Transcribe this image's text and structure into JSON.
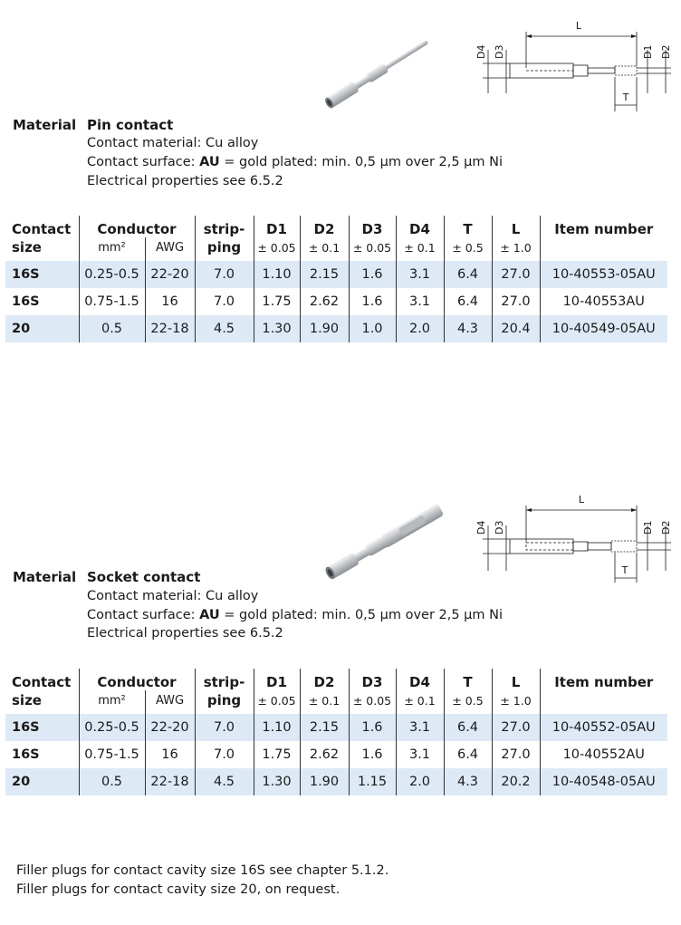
{
  "pin": {
    "material_label": "Material",
    "title": "Pin contact",
    "lines": {
      "material": "Contact material: Cu alloy",
      "surface_prefix": "Contact surface: ",
      "surface_bold": "AU",
      "surface_rest": " = gold plated: min. 0,5 µm over 2,5 µm Ni",
      "electrical": "Electrical properties see 6.5.2"
    },
    "drawing_labels": {
      "L": "L",
      "D1": "D1",
      "D2": "D2",
      "D3": "D3",
      "D4": "D4",
      "T": "T"
    },
    "header": {
      "contact": "Contact",
      "size": "size",
      "conductor": "Conductor",
      "mm2": "mm²",
      "awg": "AWG",
      "strip1": "strip-",
      "strip2": "ping",
      "d1": "D1",
      "d1_tol": "± 0.05",
      "d2": "D2",
      "d2_tol": "± 0.1",
      "d3": "D3",
      "d3_tol": "± 0.05",
      "d4": "D4",
      "d4_tol": "± 0.1",
      "t": "T",
      "t_tol": "± 0.5",
      "l": "L",
      "l_tol": "± 1.0",
      "item": "Item number"
    },
    "rows": [
      {
        "size": "16S",
        "mm2": "0.25-0.5",
        "awg": "22-20",
        "strip": "7.0",
        "d1": "1.10",
        "d2": "2.15",
        "d3": "1.6",
        "d4": "3.1",
        "t": "6.4",
        "l": "27.0",
        "item": "10-40553-05AU"
      },
      {
        "size": "16S",
        "mm2": "0.75-1.5",
        "awg": "16",
        "strip": "7.0",
        "d1": "1.75",
        "d2": "2.62",
        "d3": "1.6",
        "d4": "3.1",
        "t": "6.4",
        "l": "27.0",
        "item": "10-40553AU"
      },
      {
        "size": "20",
        "mm2": "0.5",
        "awg": "22-18",
        "strip": "4.5",
        "d1": "1.30",
        "d2": "1.90",
        "d3": "1.0",
        "d4": "2.0",
        "t": "4.3",
        "l": "20.4",
        "item": "10-40549-05AU"
      }
    ]
  },
  "socket": {
    "material_label": "Material",
    "title": "Socket contact",
    "lines": {
      "material": "Contact material: Cu alloy",
      "surface_prefix": "Contact surface: ",
      "surface_bold": "AU",
      "surface_rest": " = gold plated: min. 0,5 µm over 2,5 µm Ni",
      "electrical": "Electrical properties see 6.5.2"
    },
    "drawing_labels": {
      "L": "L",
      "D1": "D1",
      "D2": "D2",
      "D3": "D3",
      "D4": "D4",
      "T": "T"
    },
    "header": {
      "contact": "Contact",
      "size": "size",
      "conductor": "Conductor",
      "mm2": "mm²",
      "awg": "AWG",
      "strip1": "strip-",
      "strip2": "ping",
      "d1": "D1",
      "d1_tol": "± 0.05",
      "d2": "D2",
      "d2_tol": "± 0.1",
      "d3": "D3",
      "d3_tol": "± 0.05",
      "d4": "D4",
      "d4_tol": "± 0.1",
      "t": "T",
      "t_tol": "± 0.5",
      "l": "L",
      "l_tol": "± 1.0",
      "item": "Item number"
    },
    "rows": [
      {
        "size": "16S",
        "mm2": "0.25-0.5",
        "awg": "22-20",
        "strip": "7.0",
        "d1": "1.10",
        "d2": "2.15",
        "d3": "1.6",
        "d4": "3.1",
        "t": "6.4",
        "l": "27.0",
        "item": "10-40552-05AU"
      },
      {
        "size": "16S",
        "mm2": "0.75-1.5",
        "awg": "16",
        "strip": "7.0",
        "d1": "1.75",
        "d2": "2.62",
        "d3": "1.6",
        "d4": "3.1",
        "t": "6.4",
        "l": "27.0",
        "item": "10-40552AU"
      },
      {
        "size": "20",
        "mm2": "0.5",
        "awg": "22-18",
        "strip": "4.5",
        "d1": "1.30",
        "d2": "1.90",
        "d3": "1.15",
        "d4": "2.0",
        "t": "4.3",
        "l": "20.2",
        "item": "10-40548-05AU"
      }
    ]
  },
  "footnotes": [
    "Filler plugs for contact cavity size 16S see chapter 5.1.2.",
    "Filler plugs for contact cavity size 20, on request."
  ],
  "colors": {
    "row_shade": "#ddeaf6",
    "metal": "#c9ccd0",
    "text": "#1a1a1a"
  }
}
